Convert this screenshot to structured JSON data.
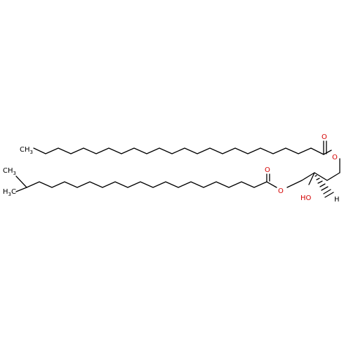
{
  "molecule": {
    "atom_labels": {
      "ch3_top": "CH",
      "ch3_top_sub": "3",
      "ch3_upper": "CH",
      "ch3_upper_sub": "3",
      "h3c_left": "H",
      "h3c_left_sub": "3",
      "h3c_left_c": "C",
      "o_carbonyl_top": "O",
      "o_ester_top": "O",
      "o_carbonyl_bottom": "O",
      "o_ester_bottom": "O",
      "hydroxyl": "HO",
      "hydrogen": "H"
    },
    "colors": {
      "carbon": "#000000",
      "oxygen": "#d40000"
    }
  }
}
